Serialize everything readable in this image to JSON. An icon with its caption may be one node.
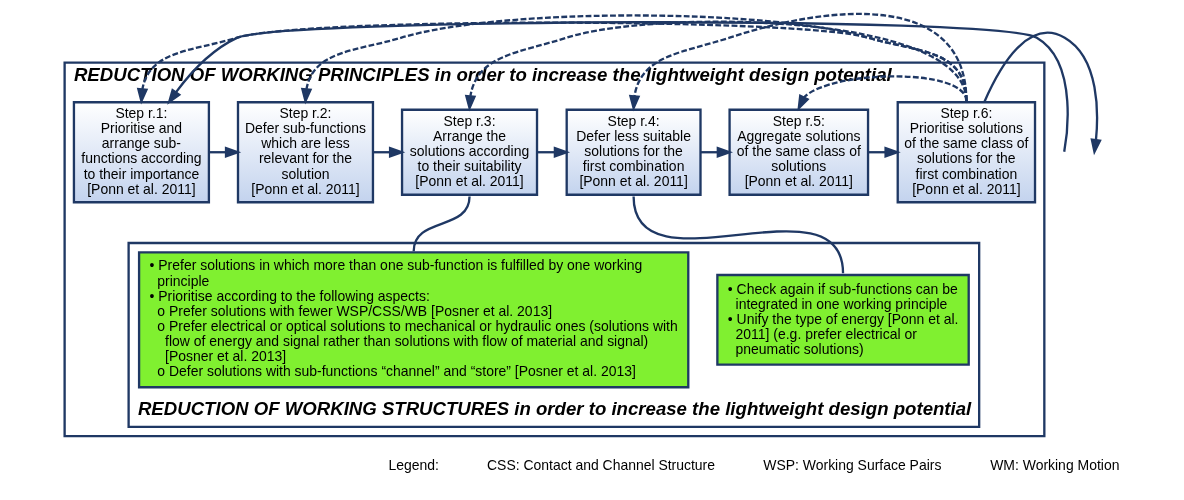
{
  "diagram": {
    "nodes": [
      {
        "text": [
          "REDUCTION OF WORKING PRINCIPLES in order to increase the lightweight design potential"
        ]
      },
      {
        "text": [
          "Step r.1:",
          "Prioritise and arrange sub-functions according to their importance",
          "[Ponn et al. 2011]"
        ],
        "in": 0
      },
      {
        "text": [
          "Step r.2:",
          "Defer sub-functions which are less relevant for the solution",
          "[Ponn et al. 2011]"
        ],
        "in": 0
      },
      {
        "text": [
          "Step r.3:",
          "Arrange the solutions according to their suitability",
          "[Ponn et al. 2011]"
        ],
        "in": 0
      },
      {
        "text": [
          "Step r.4:",
          "Defer less suitable solutions for the first combination",
          "[Ponn et al. 2011]"
        ],
        "in": 0
      },
      {
        "text": [
          "Step r.5:",
          "Aggregate solutions of the same class of solutions",
          "[Ponn et al. 2011]"
        ],
        "in": 0
      },
      {
        "text": [
          "Step r.6:",
          "Prioritise solutions of the same class of solutions for the first combination",
          "[Ponn et al. 2011]"
        ],
        "in": 0
      },
      {
        "text": [
          "REDUCTION OF WORKING STRUCTURES in order to increase the lightweight design potential"
        ],
        "in": 0
      },
      {
        "text": [
          "• Prefer solutions in which more than one sub-function is fulfilled by one working principle",
          "• Prioritise according to the following aspects:",
          "o Prefer solutions with fewer WSP/CSS/WB [Posner et al. 2013]",
          "o Prefer electrical or optical solutions to mechanical or hydraulic ones (solutions with flow of energy and signal rather than solutions with flow of material and signal) [Posner et al. 2013]",
          "o Defer solutions with sub-functions “channel” and “store” [Posner et al. 2013]"
        ],
        "in": 7
      },
      {
        "text": [
          "• Check again if sub-functions can be integrated in one working principle",
          "• Unify the type of energy [Ponn et al. 2011] (e.g. prefer electrical or pneumatic solutions)"
        ],
        "in": 7
      }
    ],
    "edges": [
      {
        "from": null,
        "to": 1,
        "arrow": "to"
      },
      {
        "from": 1,
        "to": 2,
        "arrow": "to"
      },
      {
        "from": 2,
        "to": 3,
        "arrow": "to"
      },
      {
        "from": 3,
        "to": 4,
        "arrow": "to"
      },
      {
        "from": 4,
        "to": 5,
        "arrow": "to"
      },
      {
        "from": 5,
        "to": 6,
        "arrow": "to"
      },
      {
        "from": 6,
        "to": null,
        "arrow": "to"
      },
      {
        "from": 6,
        "to": 1,
        "arrow": "to",
        "style": "dashed"
      },
      {
        "from": 6,
        "to": 2,
        "arrow": "to",
        "style": "dashed"
      },
      {
        "from": 6,
        "to": 3,
        "arrow": "to",
        "style": "dashed"
      },
      {
        "from": 6,
        "to": 4,
        "arrow": "to",
        "style": "dashed"
      },
      {
        "from": 6,
        "to": 5,
        "arrow": "to",
        "style": "dashed"
      },
      {
        "from": 3,
        "to": 8,
        "arrow": "none"
      },
      {
        "from": 4,
        "to": 9,
        "arrow": "none"
      }
    ],
    "labels": [
      "Legend:",
      "CSS: Contact and Channel Structure",
      "WSP: Working Surface Pairs",
      "WM: Working Motion"
    ]
  }
}
